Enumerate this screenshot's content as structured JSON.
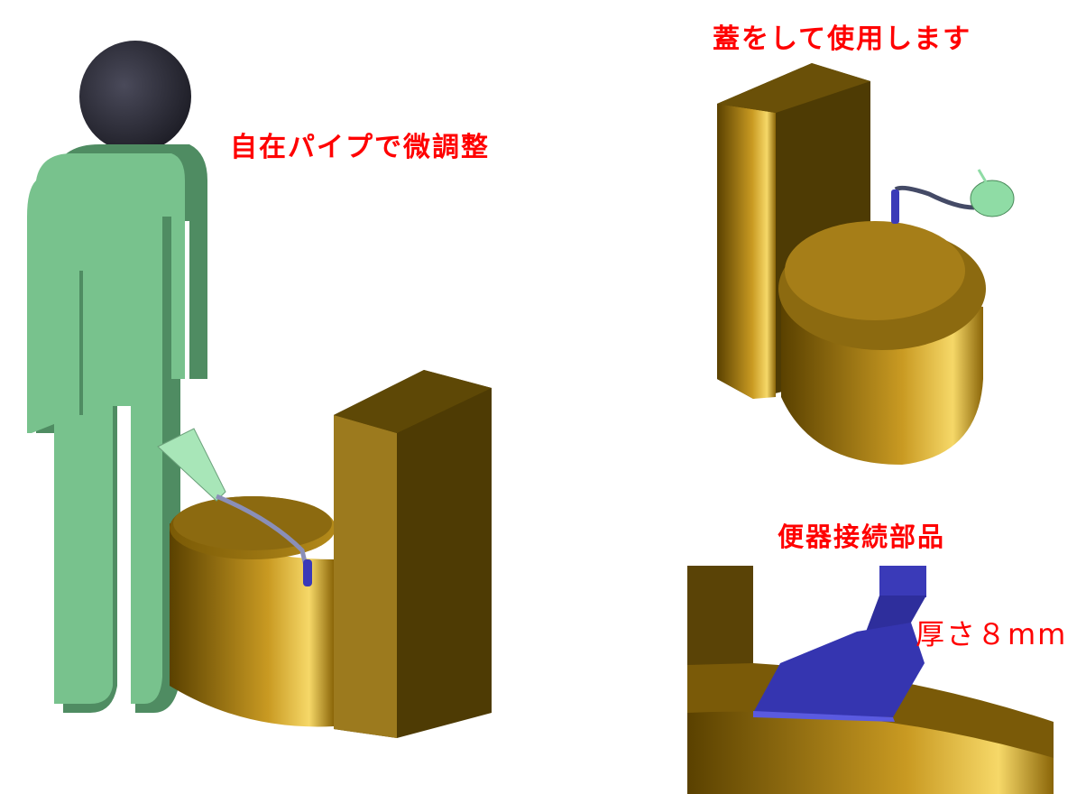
{
  "labels": {
    "adjust": "自在パイプで微調整",
    "lid": "蓋をして使用します",
    "part": "便器接続部品",
    "thickness": "厚さ８mm"
  },
  "colors": {
    "text": "#ff0000",
    "figure": "#6fbf85",
    "gold": "#a07a14",
    "pipe": "#3a3ab8"
  }
}
